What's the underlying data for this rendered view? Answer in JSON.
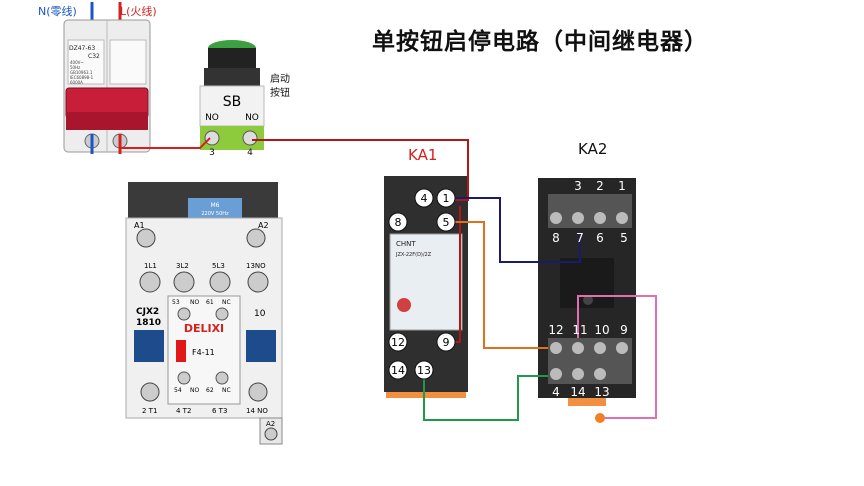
{
  "title": "单按钮启停电路（中间继电器）",
  "power": {
    "neutral_label": "N(零线)",
    "live_label": "L(火线)",
    "neutral_color": "#1a55c8",
    "live_color": "#d62020"
  },
  "breaker": {
    "model": "DZ47-63",
    "rating": "C32",
    "spec1": "400V~",
    "spec2": "50Hz",
    "spec3": "GB10963.1",
    "spec4": "IEC60898-1",
    "spec5": "6000A"
  },
  "button": {
    "name": "SB",
    "caption1": "启动",
    "caption2": "按钮",
    "no_left": "NO",
    "no_right": "NO",
    "term_left": "3",
    "term_right": "4"
  },
  "contactor": {
    "top_left": "A1",
    "top_right": "A2",
    "nameplate": "M6",
    "voltage": "220V 50Hz",
    "main_top": [
      "1L1",
      "3L2",
      "5L3",
      "13NO"
    ],
    "model": "CJX2",
    "model_num": "1810",
    "aux_top": [
      "53",
      "NO",
      "61",
      "NC"
    ],
    "brand": "DELIXI",
    "aux_model": "F4-11",
    "side_num": "10",
    "aux_bottom": [
      "54",
      "NO",
      "62",
      "NC"
    ],
    "main_bottom": [
      "2 T1",
      "4 T2",
      "6 T3",
      "14 NO"
    ],
    "coil_bottom": "A2"
  },
  "ka1": {
    "label": "KA1",
    "terminals": [
      "4",
      "1",
      "8",
      "5",
      "12",
      "9",
      "14",
      "13"
    ],
    "brand": "CHNT",
    "model": "JZX-22F(D)/2Z"
  },
  "ka2": {
    "label": "KA2",
    "top_row": [
      "3",
      "2",
      "1"
    ],
    "row2": [
      "8",
      "7",
      "6",
      "5"
    ],
    "row3": [
      "12",
      "11",
      "10",
      "9"
    ],
    "bottom_row": [
      "4",
      "14",
      "13"
    ]
  },
  "wire_colors": {
    "red": "#d62020",
    "navy": "#1a1a6e",
    "orange": "#e07020",
    "green": "#1f9a4a",
    "pink": "#e070b0",
    "dark_red": "#b01818"
  }
}
